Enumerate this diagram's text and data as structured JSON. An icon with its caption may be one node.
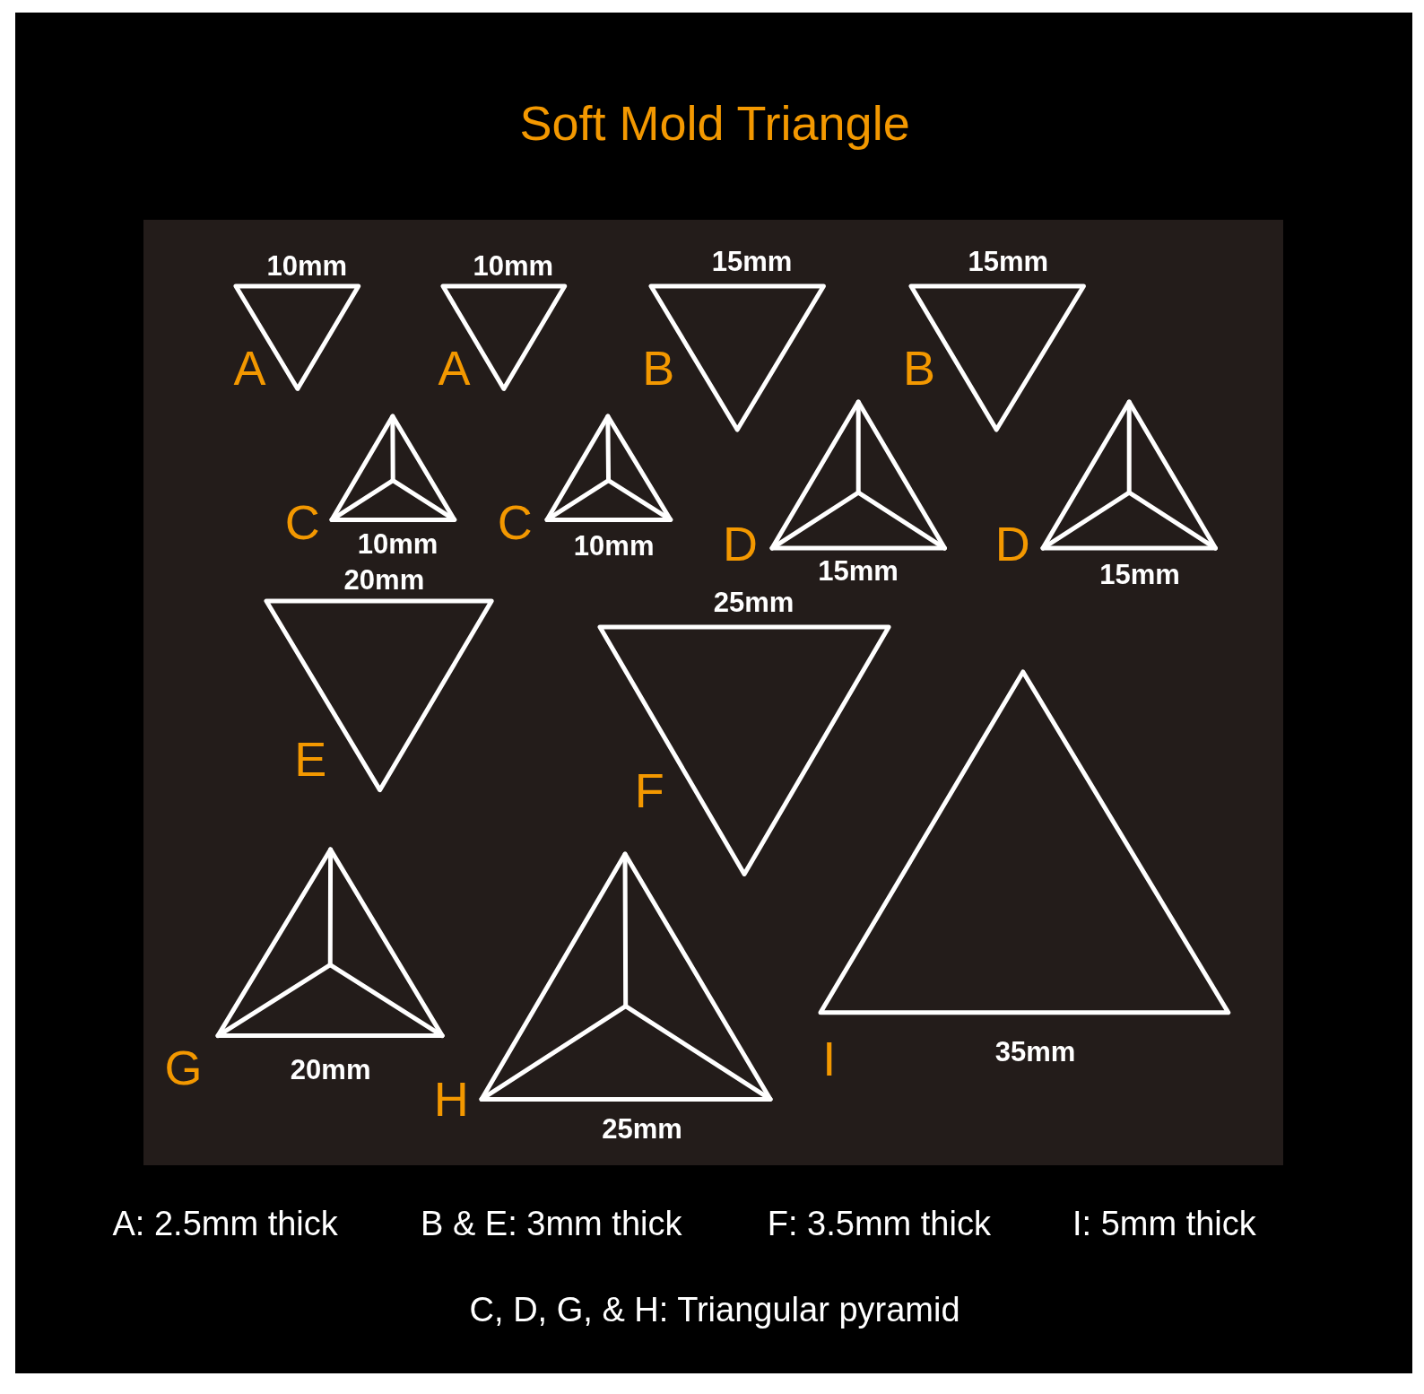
{
  "diagram": {
    "title": "Soft Mold Triangle",
    "nodes": [
      {
        "text": [],
        "shape": "triangle",
        "beside": [
          "A",
          "10mm"
        ]
      },
      {
        "text": [],
        "shape": "triangle",
        "beside": [
          "A",
          "10mm"
        ]
      },
      {
        "text": [],
        "shape": "triangle",
        "beside": [
          "B",
          "15mm"
        ]
      },
      {
        "text": [],
        "shape": "triangle",
        "beside": [
          "B",
          "15mm"
        ]
      },
      {
        "text": [],
        "shape": "pyramid",
        "beside": [
          "C",
          "10mm"
        ]
      },
      {
        "text": [],
        "shape": "pyramid",
        "beside": [
          "C",
          "10mm"
        ]
      },
      {
        "text": [],
        "shape": "pyramid",
        "beside": [
          "D",
          "15mm"
        ]
      },
      {
        "text": [],
        "shape": "pyramid",
        "beside": [
          "D",
          "15mm"
        ]
      },
      {
        "text": [],
        "shape": "triangle",
        "beside": [
          "E",
          "20mm"
        ]
      },
      {
        "text": [],
        "shape": "triangle",
        "beside": [
          "F",
          "25mm"
        ]
      },
      {
        "text": [],
        "shape": "pyramid",
        "beside": [
          "G",
          "20mm"
        ]
      },
      {
        "text": [],
        "shape": "pyramid",
        "beside": [
          "H",
          "25mm"
        ]
      },
      {
        "text": [],
        "shape": "triangle",
        "beside": [
          "I",
          "35mm"
        ]
      }
    ],
    "labels": [
      "A: 2.5mm thick",
      "B & E: 3mm thick",
      "F: 3.5mm thick",
      "I: 5mm thick",
      "C, D, G, & H: Triangular pyramid"
    ]
  }
}
